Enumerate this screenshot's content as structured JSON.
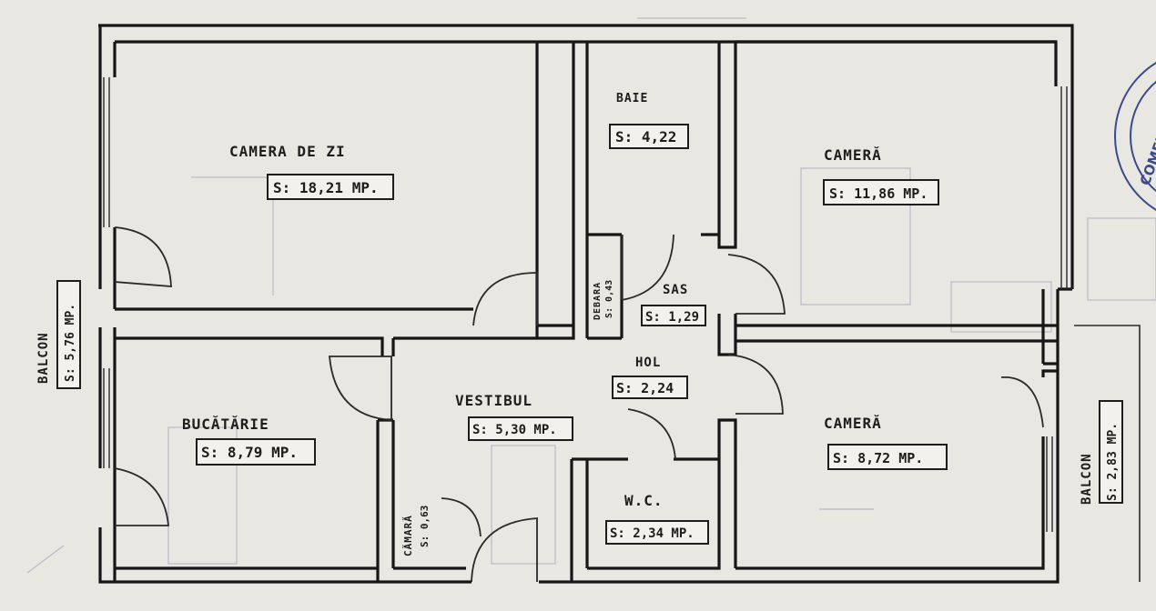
{
  "rooms": [
    {
      "id": "camera-de-zi",
      "label": "CAMERA DE ZI",
      "area": "S: 18,21 MP."
    },
    {
      "id": "baie",
      "label": "BAIE",
      "area": "S: 4,22"
    },
    {
      "id": "camera-1",
      "label": "CAMERĂ",
      "area": "S: 11,86 MP."
    },
    {
      "id": "debara",
      "label": "DEBARA",
      "area": "S: 0,43"
    },
    {
      "id": "sas",
      "label": "SAS",
      "area": "S: 1,29"
    },
    {
      "id": "hol",
      "label": "HOL",
      "area": "S: 2,24"
    },
    {
      "id": "vestibul",
      "label": "VESTIBUL",
      "area": "S: 5,30 MP."
    },
    {
      "id": "bucatarie",
      "label": "BUCĂTĂRIE",
      "area": "S: 8,79 MP."
    },
    {
      "id": "camara",
      "label": "CĂMARĂ",
      "area": "S: 0,63"
    },
    {
      "id": "wc",
      "label": "W.C.",
      "area": "S: 2,34 MP."
    },
    {
      "id": "camera-2",
      "label": "CAMERĂ",
      "area": "S: 8,72 MP."
    },
    {
      "id": "balcon-1",
      "label": "BALCON",
      "area": "S: 5,76 MP."
    },
    {
      "id": "balcon-2",
      "label": "BALCON",
      "area": "S: 2,83 MP."
    }
  ],
  "stamp": {
    "text": "COMERCIAL"
  },
  "colors": {
    "ink": "#161616",
    "paper": "#e9e7e2",
    "stamp": "#3b4a8c",
    "faint": "#b9bcc8"
  }
}
